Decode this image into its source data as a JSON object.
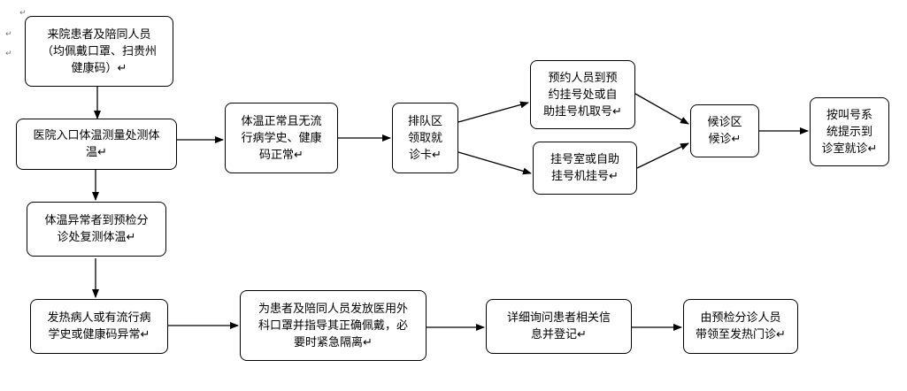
{
  "nodes": {
    "arrival": "来院患者及陪同人员\n（均佩戴口罩、扫贵州\n健康码）↵",
    "temp_check": "医院入口体温测量处测体\n温↵",
    "normal": "体温正常且无流\n行病学史、健康\n码正常↵",
    "queue": "排队区\n领取就\n诊卡↵",
    "reserved": "预约人员到预\n约挂号处或自\n助挂号机取号↵",
    "register": "挂号室或自助\n挂号机挂号↵",
    "waiting": "候诊区\n候诊↵",
    "call": "按叫号系\n统提示到\n诊室就诊↵",
    "abnormal_temp": "体温异常者到预检分\n诊处复测体温↵",
    "fever": "发热病人或有流行病\n学史或健康码异常↵",
    "mask": "为患者及陪同人员发放医用外\n科口罩并指导其正确佩戴，必\n要时紧急隔离↵",
    "inquiry": "详细询问患者相关信\n息并登记↵",
    "escort": "由预检分诊人员\n带领至发热门诊↵"
  },
  "marks": [
    "↵",
    "↵",
    "↵"
  ]
}
